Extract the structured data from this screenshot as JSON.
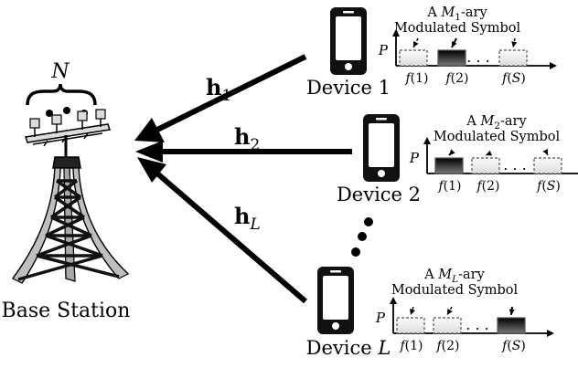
{
  "base_station": {
    "label": "Base Station",
    "antenna_count": "N"
  },
  "channels": [
    {
      "base": "h",
      "sub": "1"
    },
    {
      "base": "h",
      "sub": "2"
    },
    {
      "base": "h",
      "sub": "L"
    }
  ],
  "devices": [
    {
      "label_prefix": "Device ",
      "label_index": "1",
      "label_index_italic": false,
      "symbol_title_prefix": "A ",
      "symbol_title_var": "M",
      "symbol_title_sub": "1",
      "symbol_title_suffix": "-ary",
      "symbol_title_line2": "Modulated Symbol",
      "active_slot": 2
    },
    {
      "label_prefix": "Device ",
      "label_index": "2",
      "label_index_italic": false,
      "symbol_title_prefix": "A ",
      "symbol_title_var": "M",
      "symbol_title_sub": "2",
      "symbol_title_suffix": "-ary",
      "symbol_title_line2": "Modulated Symbol",
      "active_slot": 1
    },
    {
      "label_prefix": "Device ",
      "label_index": "L",
      "label_index_italic": true,
      "symbol_title_prefix": "A ",
      "symbol_title_var": "M",
      "symbol_title_sub": "L",
      "symbol_title_suffix": "-ary",
      "symbol_title_line2": "Modulated Symbol",
      "active_slot": 3
    }
  ],
  "spectrum": {
    "y_axis_label": "P",
    "slot_labels": [
      "f(1)",
      "f(2)",
      "f(S)"
    ],
    "ellipsis": ". . ."
  },
  "colors": {
    "ink": "#000000",
    "idle_slot_fill": "#eeeeee",
    "active_slot_fill": "#333333",
    "device_body": "#111111",
    "device_screen": "#ffffff"
  }
}
